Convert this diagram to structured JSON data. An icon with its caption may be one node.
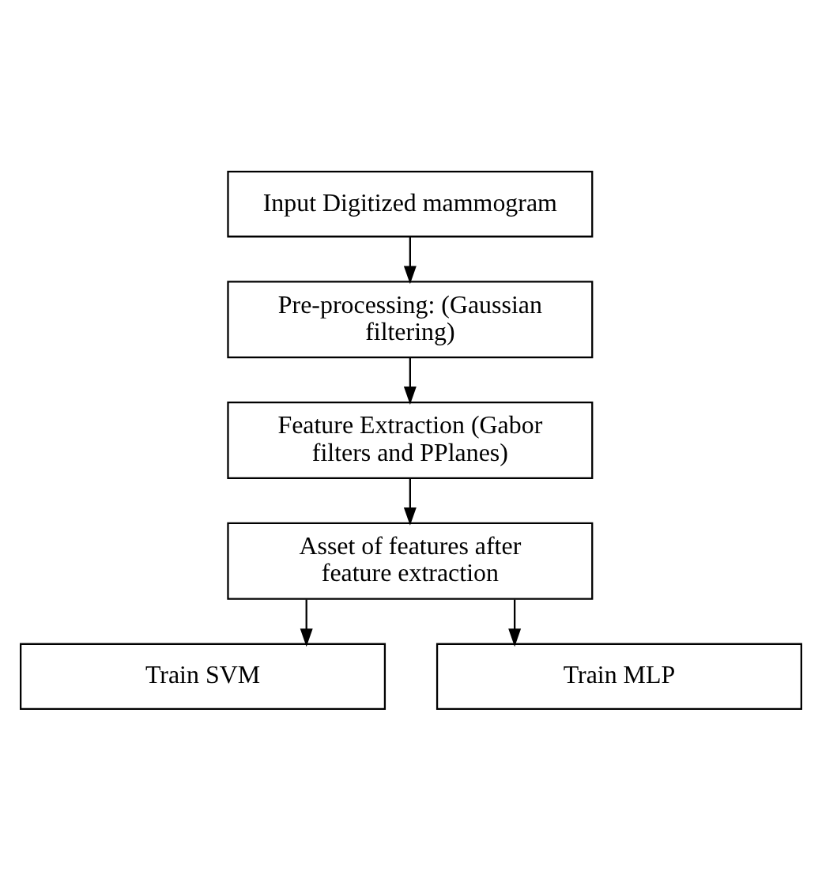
{
  "diagram": {
    "nodes": [
      {
        "text": [
          "Input Digitized mammogram"
        ]
      },
      {
        "text": [
          "Pre-processing: (Gaussian filtering)"
        ]
      },
      {
        "text": [
          "Feature Extraction (Gabor filters and PPlanes)"
        ]
      },
      {
        "text": [
          "Asset of features after feature extraction"
        ]
      },
      {
        "text": [
          "Train SVM"
        ]
      },
      {
        "text": [
          "Train MLP"
        ]
      }
    ],
    "edges": [
      {
        "from": 0,
        "to": 1,
        "arrow": "to"
      },
      {
        "from": 1,
        "to": 2,
        "arrow": "to"
      },
      {
        "from": 2,
        "to": 3,
        "arrow": "to"
      },
      {
        "from": 3,
        "to": 4,
        "arrow": "to"
      },
      {
        "from": 3,
        "to": 5,
        "arrow": "to"
      }
    ]
  }
}
